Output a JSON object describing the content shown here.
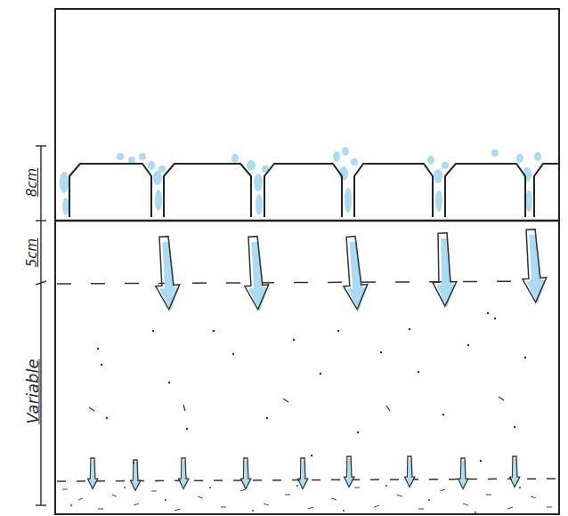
{
  "diagram": {
    "labels": [
      "8cm",
      "5cm",
      "Variable"
    ]
  }
}
